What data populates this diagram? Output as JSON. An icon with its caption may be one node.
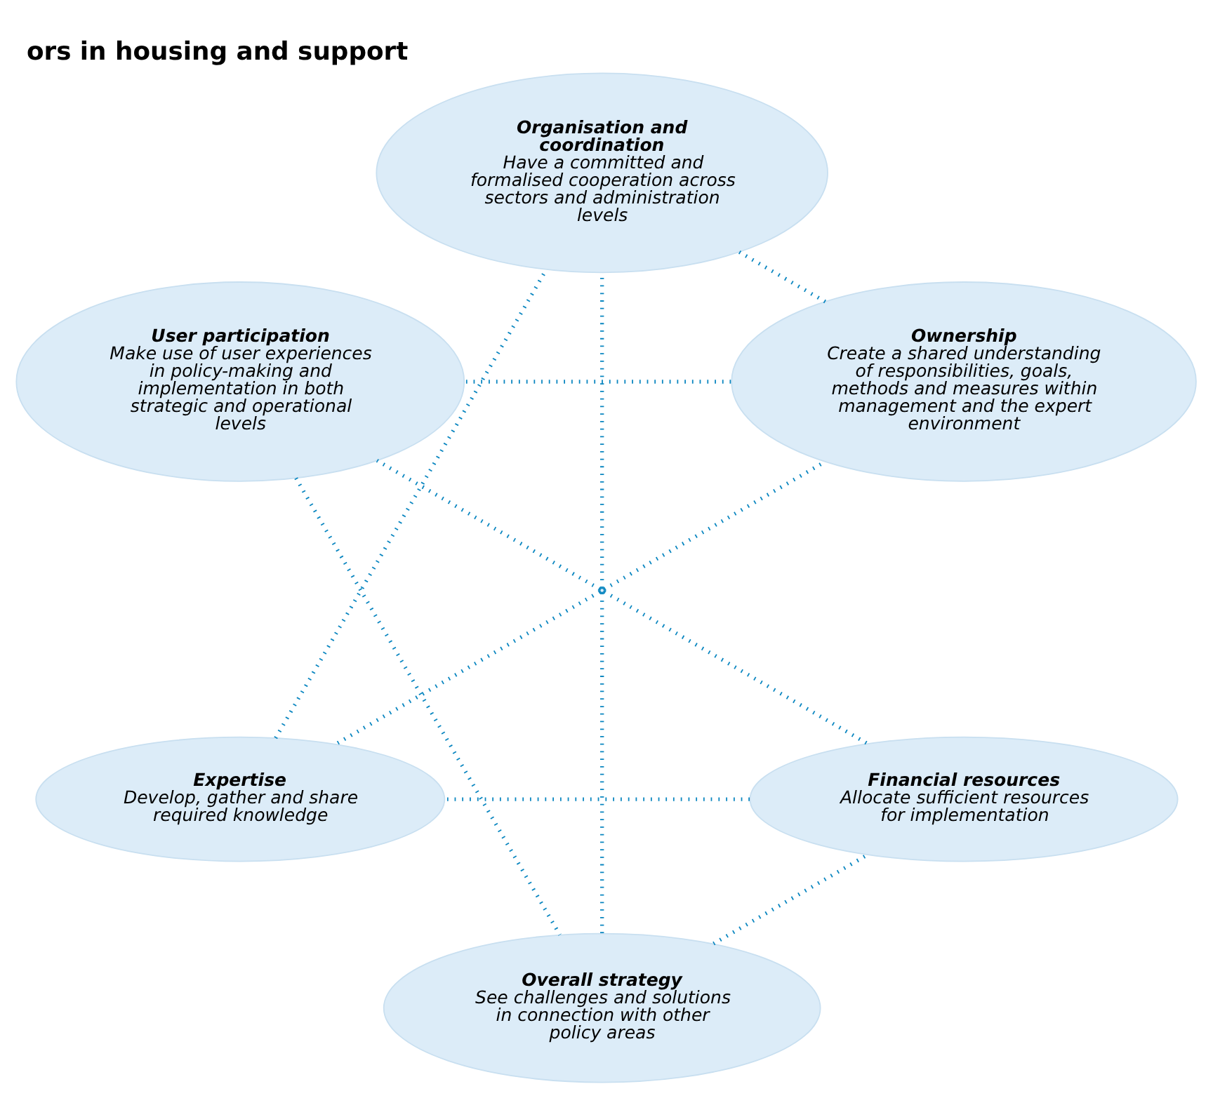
{
  "diagram": {
    "title": "ors in housing and support",
    "nodes": [
      {
        "text": [
          "Ownership",
          "Create a shared understanding of responsibilities, goals, methods and measures within management and the expert environment"
        ]
      },
      {
        "text": [
          "Organisation and coordination",
          "Have a committed and formalised cooperation across sectors and administration levels"
        ]
      },
      {
        "text": [
          "User participation",
          "Make use of user experiences in policy-making and implementation in both strategic and operational levels"
        ]
      },
      {
        "text": [
          "Expertise",
          "Develop, gather and share required knowledge"
        ]
      },
      {
        "text": [
          "Overall strategy",
          "See challenges and solutions in connection with other policy areas"
        ]
      },
      {
        "text": [
          "Financial resources",
          "Allocate sufficient resources for implementation"
        ]
      },
      {
        "text": [],
        "shape": "point"
      }
    ],
    "edges": [
      {
        "from": 1,
        "to": 0,
        "arrow": "none"
      },
      {
        "from": 0,
        "to": 2,
        "arrow": "none"
      },
      {
        "from": 2,
        "to": 4,
        "arrow": "none"
      },
      {
        "from": 4,
        "to": 5,
        "arrow": "none"
      },
      {
        "from": 5,
        "to": 3,
        "arrow": "none"
      },
      {
        "from": 3,
        "to": 1,
        "arrow": "none"
      },
      {
        "from": 6,
        "to": 0,
        "arrow": "none"
      },
      {
        "from": 6,
        "to": 1,
        "arrow": "none"
      },
      {
        "from": 6,
        "to": 2,
        "arrow": "none"
      },
      {
        "from": 6,
        "to": 4,
        "arrow": "none"
      },
      {
        "from": 6,
        "to": 5,
        "arrow": "none"
      },
      {
        "from": 6,
        "to": 3,
        "arrow": "none"
      }
    ]
  }
}
